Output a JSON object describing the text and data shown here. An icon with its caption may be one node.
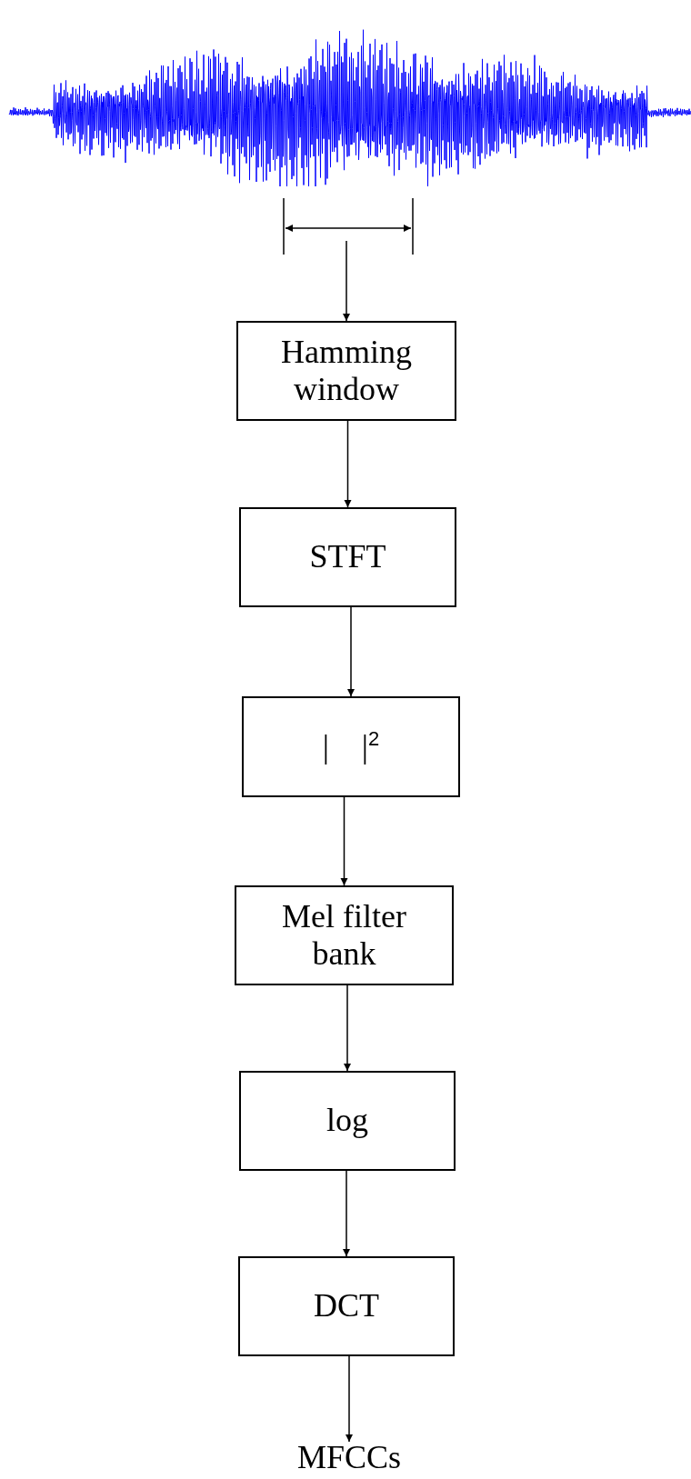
{
  "diagram": {
    "nodes": [
      {
        "text": [
          "Hamming window"
        ]
      },
      {
        "text": [
          "STFT"
        ]
      },
      {
        "text": [
          "|    |$^{2}$"
        ]
      },
      {
        "text": [
          "Mel filter bank"
        ]
      },
      {
        "text": [
          "log"
        ]
      },
      {
        "text": [
          "DCT"
        ]
      },
      {
        "text": [
          "MFCCs"
        ]
      }
    ],
    "edges": [
      {
        "from": null,
        "to": 0,
        "arrow": "to"
      },
      {
        "from": 0,
        "to": 1,
        "arrow": "to"
      },
      {
        "from": 1,
        "to": 2,
        "arrow": "to"
      },
      {
        "from": 2,
        "to": 3,
        "arrow": "to"
      },
      {
        "from": 3,
        "to": 4,
        "arrow": "to"
      },
      {
        "from": 4,
        "to": 5,
        "arrow": "to"
      },
      {
        "from": 5,
        "to": 6,
        "arrow": "to"
      }
    ]
  }
}
